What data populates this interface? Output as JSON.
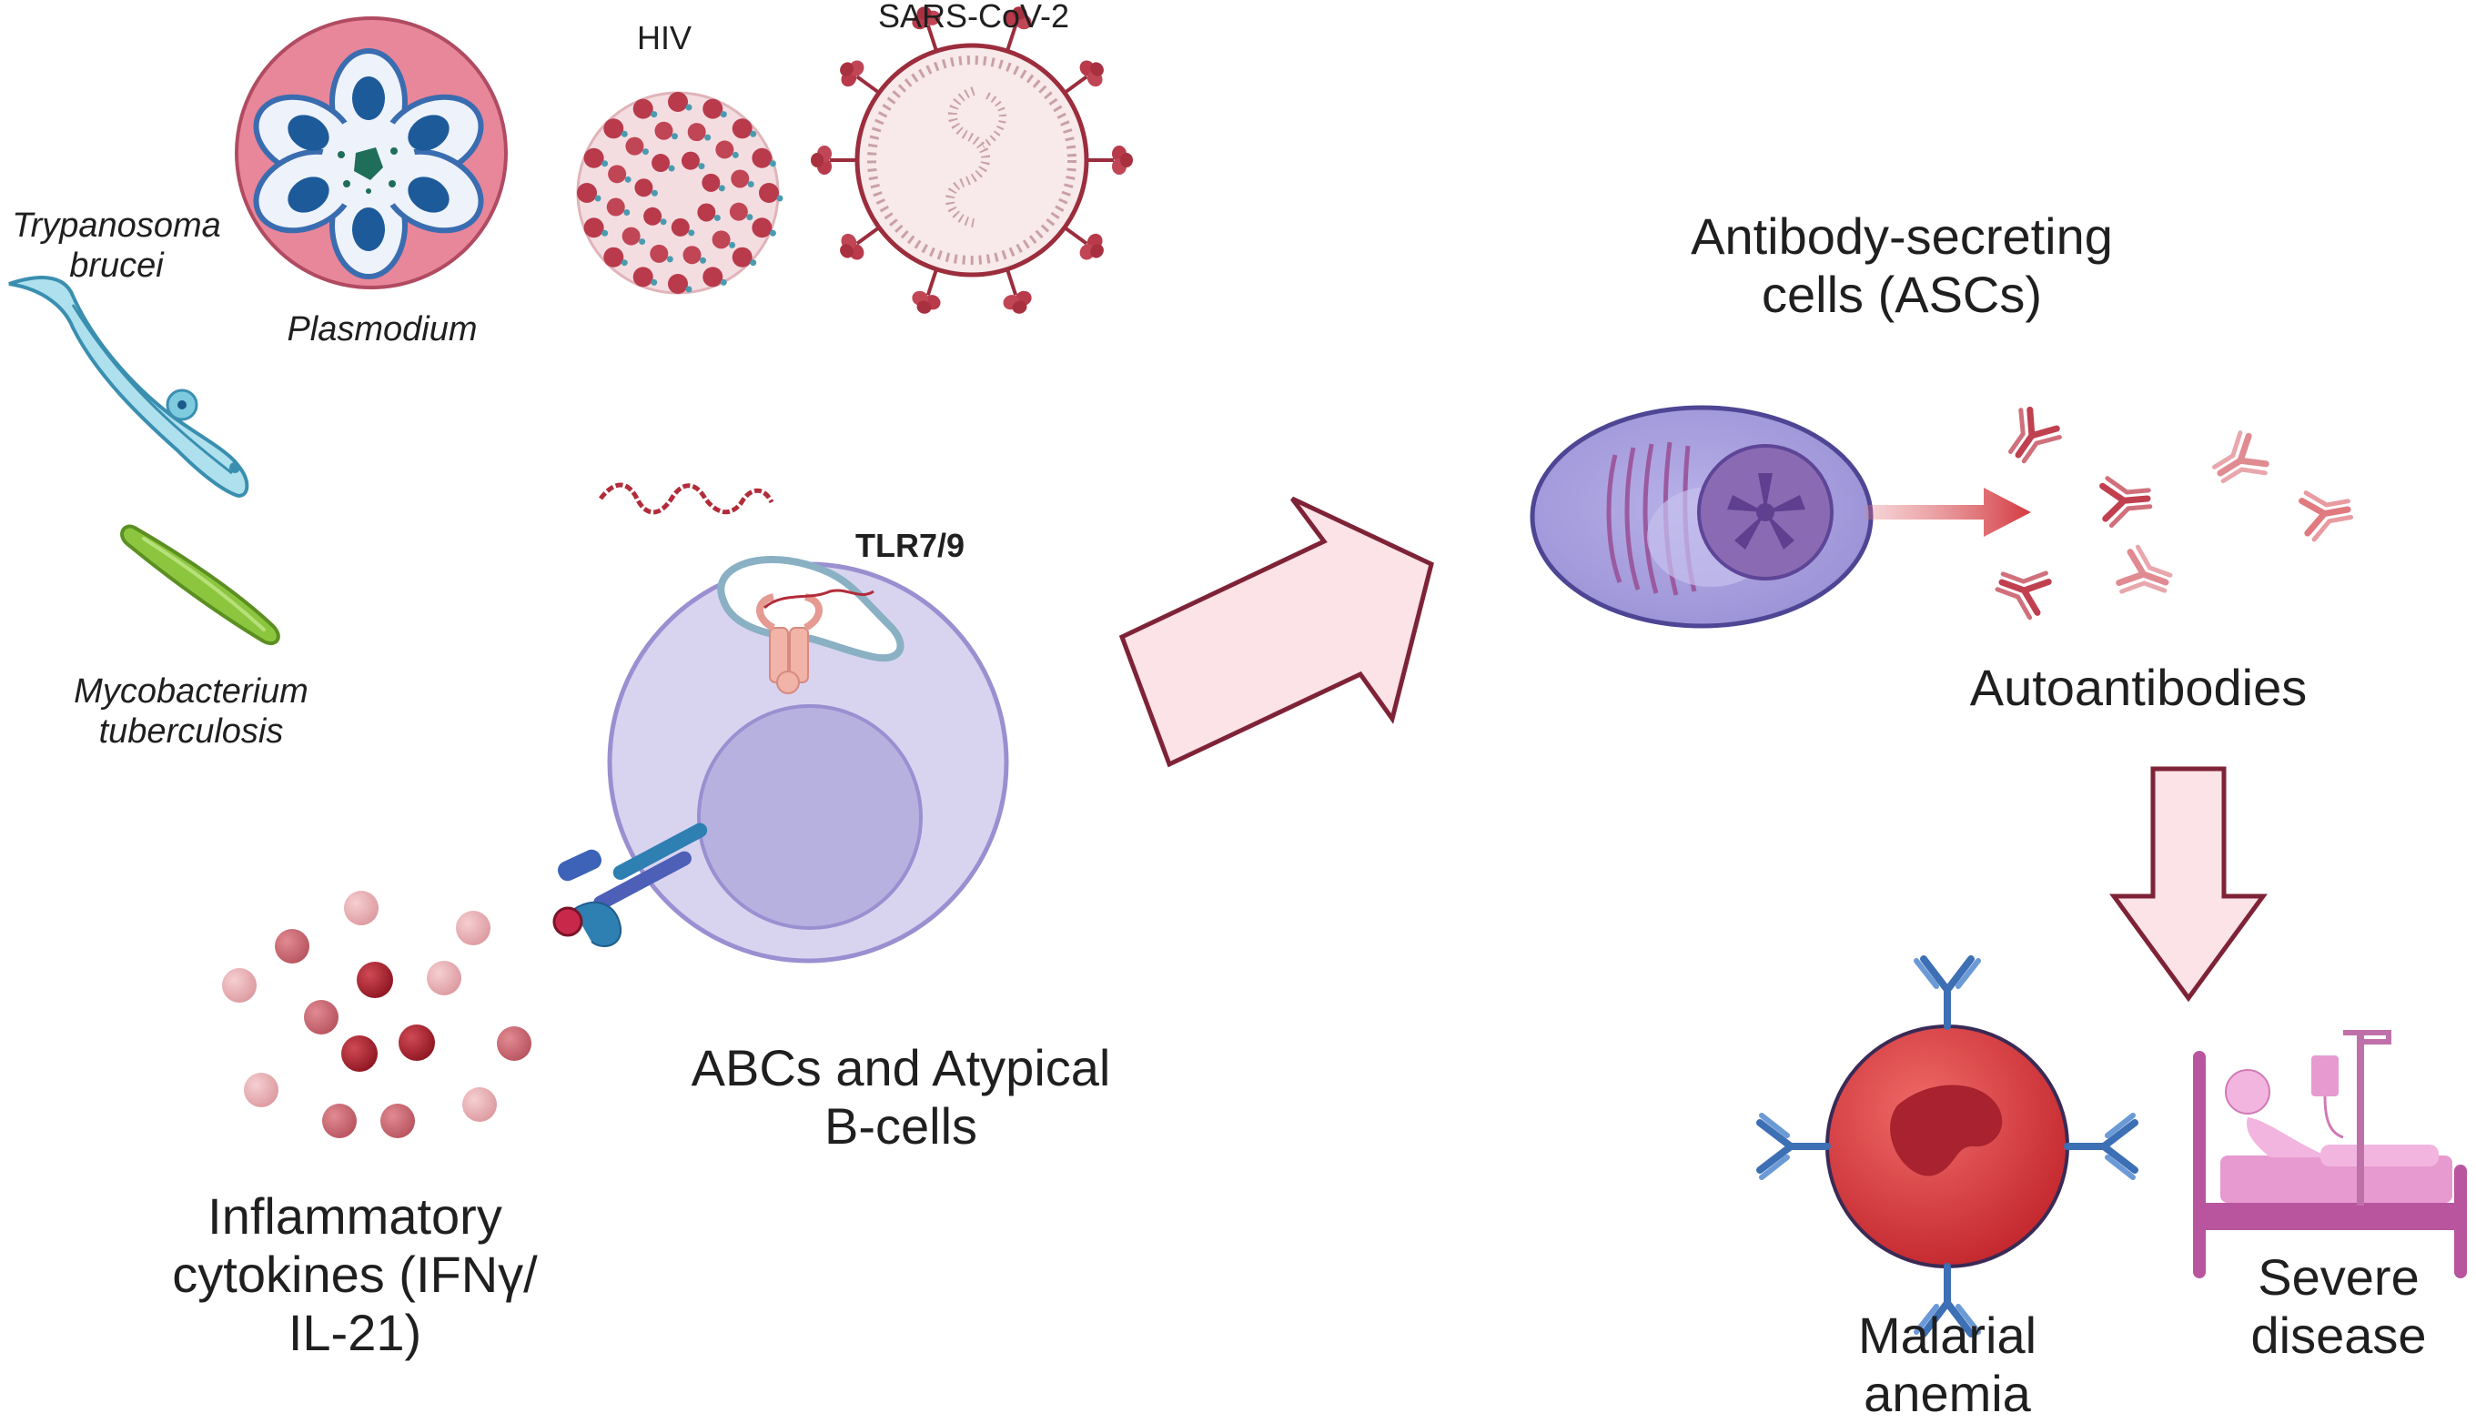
{
  "pathogens": {
    "trypanosoma": "Trypanosoma\nbrucei",
    "plasmodium": "Plasmodium",
    "hiv": "HIV",
    "sars": "SARS-CoV-2",
    "mycobacterium": "Mycobacterium\ntuberculosis"
  },
  "receptor": {
    "tlr": "TLR7/9"
  },
  "bcell": {
    "label": "ABCs and Atypical\nB-cells"
  },
  "cytokines": {
    "label": "Inflammatory\ncytokines (IFNγ/\nIL-21)"
  },
  "asc": {
    "label": "Antibody-secreting\ncells (ASCs)"
  },
  "autoantibodies": {
    "label": "Autoantibodies"
  },
  "outcomes": {
    "anemia": "Malarial\nanemia",
    "severe": "Severe\ndisease"
  },
  "colors": {
    "plasmodium_bg": "#e8869a",
    "virus_red": "#b83a4b",
    "bcell_fill": "#d8d4f0",
    "nucleus": "#b7b1e0",
    "arrow_fill": "#fbe3e7",
    "arrow_stroke": "#7e2337",
    "antibody": "#c0404f",
    "rbc": "#d8383e",
    "bed": "#b9559e"
  }
}
